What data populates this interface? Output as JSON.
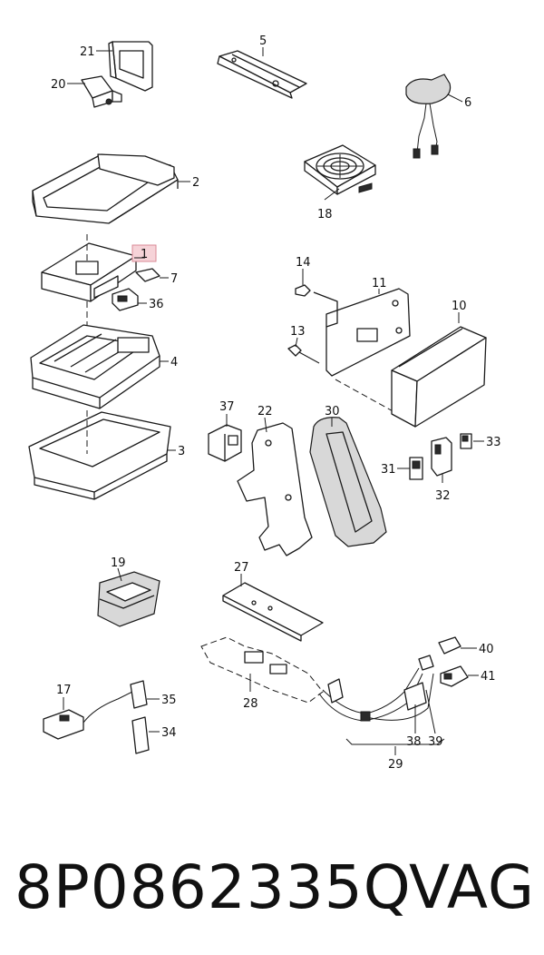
{
  "diagram": {
    "callouts": {
      "c1": "1",
      "c2": "2",
      "c3": "3",
      "c4": "4",
      "c5": "5",
      "c6": "6",
      "c7": "7",
      "c10": "10",
      "c11": "11",
      "c13": "13",
      "c14": "14",
      "c17": "17",
      "c18": "18",
      "c19": "19",
      "c20": "20",
      "c21": "21",
      "c22": "22",
      "c27": "27",
      "c28": "28",
      "c29": "29",
      "c30": "30",
      "c31": "31",
      "c32": "32",
      "c33": "33",
      "c34": "34",
      "c35": "35",
      "c36": "36",
      "c37": "37",
      "c38": "38",
      "c39": "39",
      "c40": "40",
      "c41": "41"
    },
    "highlight_color": "#f6d3d8"
  },
  "footer": {
    "part_number": "8P0862335Q",
    "brand": "VAG"
  }
}
